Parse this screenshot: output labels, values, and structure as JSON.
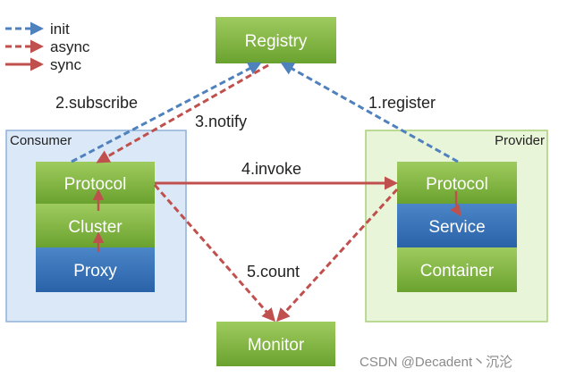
{
  "legend": {
    "init": "init",
    "async": "async",
    "sync": "sync"
  },
  "nodes": {
    "registry": "Registry",
    "monitor": "Monitor",
    "consumer": {
      "title": "Consumer",
      "protocol": "Protocol",
      "cluster": "Cluster",
      "proxy": "Proxy"
    },
    "provider": {
      "title": "Provider",
      "protocol": "Protocol",
      "service": "Service",
      "container": "Container"
    }
  },
  "edges": {
    "register": "1.register",
    "subscribe": "2.subscribe",
    "notify": "3.notify",
    "invoke": "4.invoke",
    "count": "5.count"
  },
  "watermark": "CSDN @Decadent丶沉沦",
  "colors": {
    "init_blue": "#4f81bd",
    "async_red": "#c0504d",
    "sync_red": "#c0504d",
    "green_box": "#7bb13c",
    "blue_box": "#2e6db3",
    "consumer_bg": "#dbe8f8",
    "provider_bg": "#e9f5d8"
  }
}
